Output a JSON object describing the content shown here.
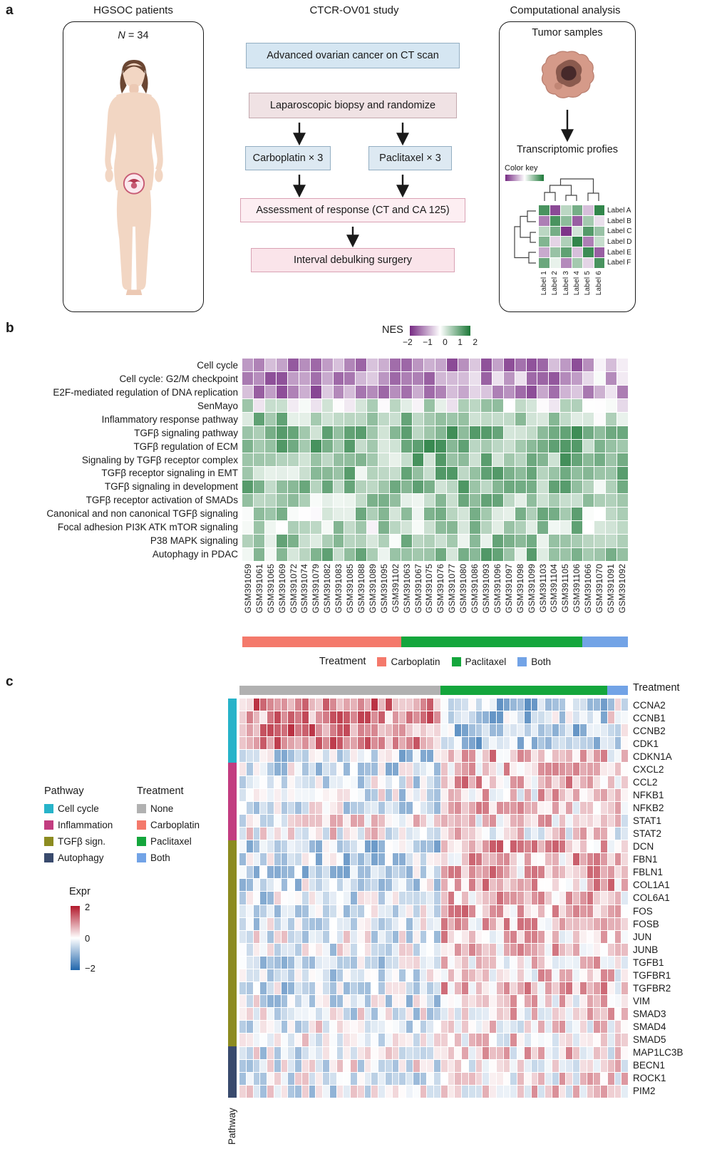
{
  "panel_a": {
    "label": "a",
    "headers": {
      "patients": "HGSOC patients",
      "study": "CTCR-OV01 study",
      "analysis": "Computational analysis"
    },
    "n_label_prefix": "N",
    "n_label_rest": " = 34",
    "flowchart": {
      "ct_scan": "Advanced ovarian cancer on CT scan",
      "biopsy": "Laparoscopic biopsy and randomize",
      "carboplatin": "Carboplatin × 3",
      "paclitaxel": "Paclitaxel × 3",
      "assessment": "Assessment of response (CT and CA 125)",
      "surgery": "Interval debulking surgery"
    },
    "analysis_column": {
      "tumor_samples": "Tumor samples",
      "transcriptomic": "Transcriptomic profies",
      "color_key": "Color key",
      "mini_heatmap": {
        "row_labels": [
          "Label A",
          "Label B",
          "Label C",
          "Label D",
          "Label E",
          "Label F"
        ],
        "col_labels": [
          "Label 1",
          "Label 2",
          "Label 3",
          "Label 4",
          "Label 5",
          "Label 6"
        ],
        "values": [
          [
            1.6,
            -1.7,
            0.6,
            1.2,
            -0.6,
            1.8
          ],
          [
            -1.2,
            1.6,
            1.0,
            -1.5,
            0.8,
            -0.3
          ],
          [
            0.6,
            1.2,
            -1.9,
            0.4,
            1.5,
            0.9
          ],
          [
            1.1,
            -0.4,
            0.7,
            1.8,
            -1.2,
            0.5
          ],
          [
            -0.8,
            0.9,
            1.4,
            -0.6,
            1.7,
            -1.5
          ],
          [
            1.3,
            0.2,
            -1.1,
            0.8,
            -0.4,
            1.6
          ]
        ]
      }
    }
  },
  "panel_b": {
    "label": "b",
    "colorbar_label": "NES",
    "colorbar_ticks": [
      "−2",
      "−1",
      "0",
      "1",
      "2"
    ],
    "legend": {
      "title": "Treatment",
      "items": [
        {
          "label": "Carboplatin",
          "color": "#f4796b"
        },
        {
          "label": "Paclitaxel",
          "color": "#14a63c"
        },
        {
          "label": "Both",
          "color": "#72a3e6"
        }
      ]
    }
  },
  "panel_c": {
    "label": "c",
    "treatment_header": "Treatment",
    "pathway_axis_label": "Pathway",
    "legends": {
      "pathway": {
        "title": "Pathway",
        "items": [
          {
            "label": "Cell cycle",
            "color": "#27b3c9"
          },
          {
            "label": "Inflammation",
            "color": "#c23d80"
          },
          {
            "label": "TGFβ sign.",
            "color": "#8c8b20"
          },
          {
            "label": "Autophagy",
            "color": "#394a6d"
          }
        ]
      },
      "treatment": {
        "title": "Treatment",
        "items": [
          {
            "label": "None",
            "color": "#b1b1b1"
          },
          {
            "label": "Carboplatin",
            "color": "#f4796b"
          },
          {
            "label": "Paclitaxel",
            "color": "#14a63c"
          },
          {
            "label": "Both",
            "color": "#72a3e6"
          }
        ]
      },
      "expr": {
        "title": "Expr",
        "ticks": [
          "2",
          "0",
          "−2"
        ]
      }
    }
  },
  "chart_data": [
    {
      "id": "panel_b_nes_heatmap",
      "type": "heatmap",
      "value_label": "NES",
      "range": [
        -2,
        2
      ],
      "colors": {
        "negative": "#762a83",
        "mid": "#ffffff",
        "positive": "#1b7837"
      },
      "rows": [
        "Cell cycle",
        "Cell cycle: G2/M checkpoint",
        "E2F-mediated regulation of DNA replication",
        "SenMayo",
        "Inflammatory response pathway",
        "TGFβ signaling pathway",
        "TGFβ regulation of ECM",
        "Signaling by TGFβ receptor complex",
        "TGFβ receptor signaling in EMT",
        "TGFβ signaling in development",
        "TGFβ receptor activation of SMADs",
        "Canonical and non canonical TGFβ signaling",
        "Focal adhesion PI3K ATK mTOR signaling",
        "P38 MAPK signaling",
        "Autophagy in PDAC"
      ],
      "columns": [
        "GSM391059",
        "GSM391061",
        "GSM391065",
        "GSM391069",
        "GSM391072",
        "GSM391074",
        "GSM391079",
        "GSM391082",
        "GSM391083",
        "GSM391085",
        "GSM391088",
        "GSM391089",
        "GSM391095",
        "GSM391102",
        "GSM391063",
        "GSM391067",
        "GSM391075",
        "GSM391076",
        "GSM391077",
        "GSM391080",
        "GSM391086",
        "GSM391093",
        "GSM391096",
        "GSM391097",
        "GSM391098",
        "GSM391099",
        "GSM391103",
        "GSM391104",
        "GSM391105",
        "GSM391106",
        "GSM391066",
        "GSM391070",
        "GSM391091",
        "GSM391092"
      ],
      "column_groups": [
        {
          "label": "Carboplatin",
          "color": "#f4796b",
          "count": 14
        },
        {
          "label": "Paclitaxel",
          "color": "#14a63c",
          "count": 16
        },
        {
          "label": "Both",
          "color": "#72a3e6",
          "count": 4
        }
      ],
      "row_group_means": [
        [
          -1.1,
          -1.0,
          -0.6
        ],
        [
          -1.0,
          -0.9,
          -0.5
        ],
        [
          -1.2,
          -1.1,
          -0.7
        ],
        [
          0.2,
          0.4,
          0.3
        ],
        [
          0.7,
          0.8,
          0.6
        ],
        [
          0.9,
          1.0,
          0.8
        ],
        [
          1.0,
          1.1,
          0.9
        ],
        [
          0.9,
          1.0,
          0.8
        ],
        [
          0.8,
          0.9,
          0.8
        ],
        [
          0.8,
          0.9,
          0.7
        ],
        [
          0.7,
          0.8,
          0.7
        ],
        [
          0.6,
          0.8,
          0.5
        ],
        [
          0.5,
          0.7,
          0.4
        ],
        [
          0.7,
          0.8,
          0.6
        ],
        [
          0.8,
          0.9,
          0.7
        ]
      ],
      "noise": 0.7,
      "seed": 42
    },
    {
      "id": "panel_c_expression_heatmap",
      "type": "heatmap",
      "value_label": "Expr",
      "range": [
        -2,
        2
      ],
      "colors": {
        "negative": "#2166ac",
        "mid": "#ffffff",
        "positive": "#b2182b"
      },
      "rows": [
        "CCNA2",
        "CCNB1",
        "CCNB2",
        "CDK1",
        "CDKN1A",
        "CXCL2",
        "CCL2",
        "NFKB1",
        "NFKB2",
        "STAT1",
        "STAT2",
        "DCN",
        "FBN1",
        "FBLN1",
        "COL1A1",
        "COL6A1",
        "FOS",
        "FOSB",
        "JUN",
        "JUNB",
        "TGFB1",
        "TGFBR1",
        "TGFBR2",
        "VIM",
        "SMAD3",
        "SMAD4",
        "SMAD5",
        "MAP1LC3B",
        "BECN1",
        "ROCK1",
        "PIM2"
      ],
      "column_groups": [
        {
          "label": "None",
          "color": "#b1b1b1",
          "count": 29
        },
        {
          "label": "Paclitaxel",
          "color": "#14a63c",
          "count": 24
        },
        {
          "label": "Both",
          "color": "#72a3e6",
          "count": 3
        }
      ],
      "row_groups": [
        {
          "label": "Cell cycle",
          "color": "#27b3c9",
          "count": 5
        },
        {
          "label": "Inflammation",
          "color": "#c23d80",
          "count": 6
        },
        {
          "label": "TGFβ sign.",
          "color": "#8c8b20",
          "count": 16
        },
        {
          "label": "Autophagy",
          "color": "#394a6d",
          "count": 4
        }
      ],
      "row_group_means": [
        [
          1.0,
          -0.7,
          -0.3
        ],
        [
          0.9,
          -0.6,
          -0.2
        ],
        [
          1.0,
          -0.7,
          -0.4
        ],
        [
          0.9,
          -0.8,
          -0.3
        ],
        [
          -0.5,
          0.6,
          0.4
        ],
        [
          -0.4,
          0.5,
          0.3
        ],
        [
          -0.3,
          0.6,
          0.4
        ],
        [
          -0.3,
          0.4,
          0.3
        ],
        [
          -0.2,
          0.4,
          0.2
        ],
        [
          0.1,
          0.3,
          0.2
        ],
        [
          0.1,
          0.2,
          0.1
        ],
        [
          -0.6,
          0.7,
          0.5
        ],
        [
          -0.5,
          0.6,
          0.4
        ],
        [
          -0.5,
          0.6,
          0.5
        ],
        [
          -0.4,
          0.6,
          0.6
        ],
        [
          -0.4,
          0.5,
          0.5
        ],
        [
          -0.3,
          0.6,
          0.3
        ],
        [
          -0.3,
          0.5,
          0.3
        ],
        [
          -0.2,
          0.5,
          0.4
        ],
        [
          -0.2,
          0.4,
          0.3
        ],
        [
          -0.3,
          0.4,
          0.4
        ],
        [
          -0.3,
          0.4,
          0.3
        ],
        [
          -0.4,
          0.5,
          0.4
        ],
        [
          -0.3,
          0.4,
          0.5
        ],
        [
          -0.2,
          0.3,
          0.3
        ],
        [
          -0.1,
          0.2,
          0.2
        ],
        [
          -0.1,
          0.2,
          0.1
        ],
        [
          -0.2,
          0.3,
          0.2
        ],
        [
          -0.1,
          0.2,
          0.2
        ],
        [
          -0.1,
          0.2,
          0.1
        ],
        [
          -0.2,
          0.3,
          0.2
        ]
      ],
      "noise": 0.8,
      "seed": 7
    }
  ]
}
